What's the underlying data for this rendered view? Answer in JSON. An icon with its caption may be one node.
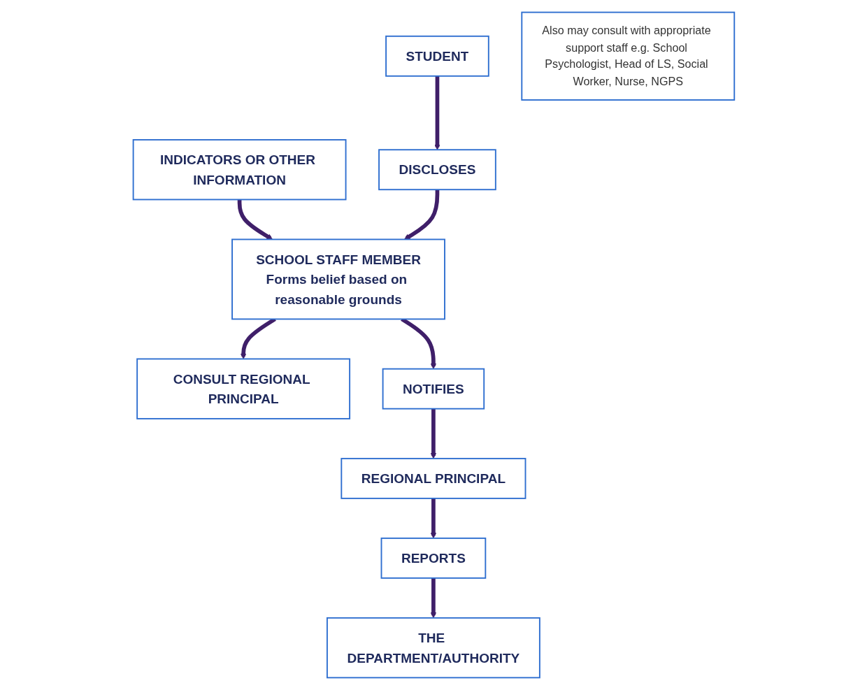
{
  "diagram": {
    "nodes": [
      {
        "text": [
          "STUDENT"
        ]
      },
      {
        "text": [
          "INDICATORS OR OTHER INFORMATION"
        ]
      },
      {
        "text": [
          "DISCLOSES"
        ]
      },
      {
        "text": [
          "SCHOOL STAFF MEMBER",
          "Forms belief based on reasonable grounds"
        ]
      },
      {
        "text": [
          "CONSULT REGIONAL PRINCIPAL"
        ]
      },
      {
        "text": [
          "Also may consult with appropriate support staff e.g. School Psychologist, Head of LS, Social Worker, Nurse, NGPS"
        ]
      },
      {
        "text": [
          "NOTIFIES"
        ]
      },
      {
        "text": [
          "REGIONAL PRINCIPAL"
        ]
      },
      {
        "text": [
          "REPORTS"
        ]
      },
      {
        "text": [
          "THE DEPARTMENT/AUTHORITY"
        ]
      }
    ],
    "edges": [
      {
        "from": 0,
        "to": 2,
        "arrow": "to"
      },
      {
        "from": 1,
        "to": 3,
        "arrow": "to"
      },
      {
        "from": 2,
        "to": 3,
        "arrow": "to"
      },
      {
        "from": 3,
        "to": 4,
        "arrow": "to"
      },
      {
        "from": 3,
        "to": 6,
        "arrow": "to"
      },
      {
        "from": 6,
        "to": 7,
        "arrow": "to"
      },
      {
        "from": 7,
        "to": 8,
        "arrow": "to"
      },
      {
        "from": 8,
        "to": 9,
        "arrow": "to"
      }
    ]
  }
}
